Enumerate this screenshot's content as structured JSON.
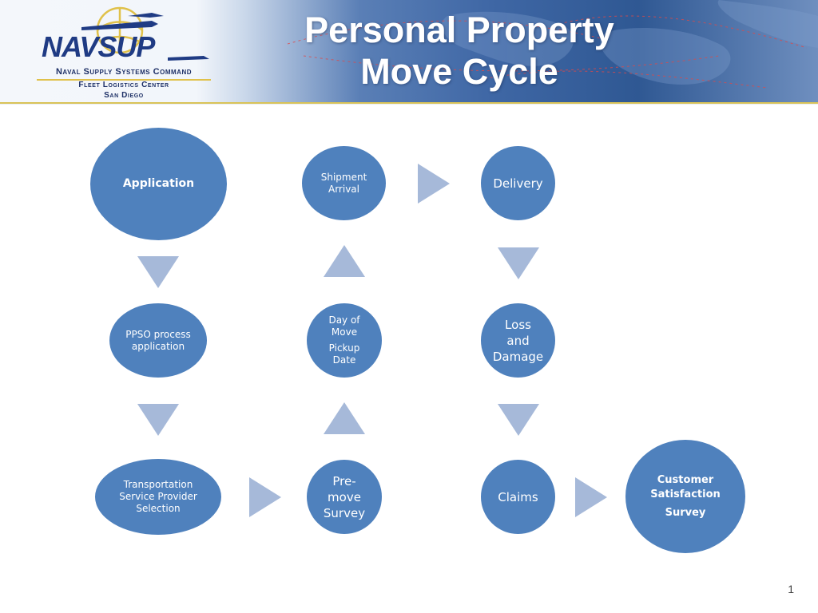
{
  "header": {
    "title_line1": "Personal Property",
    "title_line2": "Move Cycle"
  },
  "logo": {
    "wordmark": "NAVSUP",
    "line1": "Naval Supply Systems Command",
    "line2": "Fleet Logistics Center",
    "line3": "San Diego"
  },
  "nodes": {
    "application": "Application",
    "ppso_line1": "PPSO process",
    "ppso_line2": "application",
    "tsp_line1": "Transportation",
    "tsp_line2": "Service Provider",
    "tsp_line3": "Selection",
    "premove_line1": "Pre-",
    "premove_line2": "move",
    "premove_line3": "Survey",
    "daymove_line1": "Day of",
    "daymove_line2": "Move",
    "daymove_line3": "Pickup",
    "daymove_line4": "Date",
    "shipment_line1": "Shipment",
    "shipment_line2": "Arrival",
    "delivery": "Delivery",
    "loss_line1": "Loss",
    "loss_line2": "and",
    "loss_line3": "Damage",
    "claims": "Claims",
    "survey_line1": "Customer",
    "survey_line2": "Satisfaction",
    "survey_line3": "Survey"
  },
  "colors": {
    "node_fill": "#4f81bd",
    "arrow_fill": "#a6b9d9",
    "title_text": "#ffffff",
    "logo_navy": "#1f3b84",
    "accent_gold": "#d9c357"
  },
  "footer": {
    "page_number": "1"
  }
}
